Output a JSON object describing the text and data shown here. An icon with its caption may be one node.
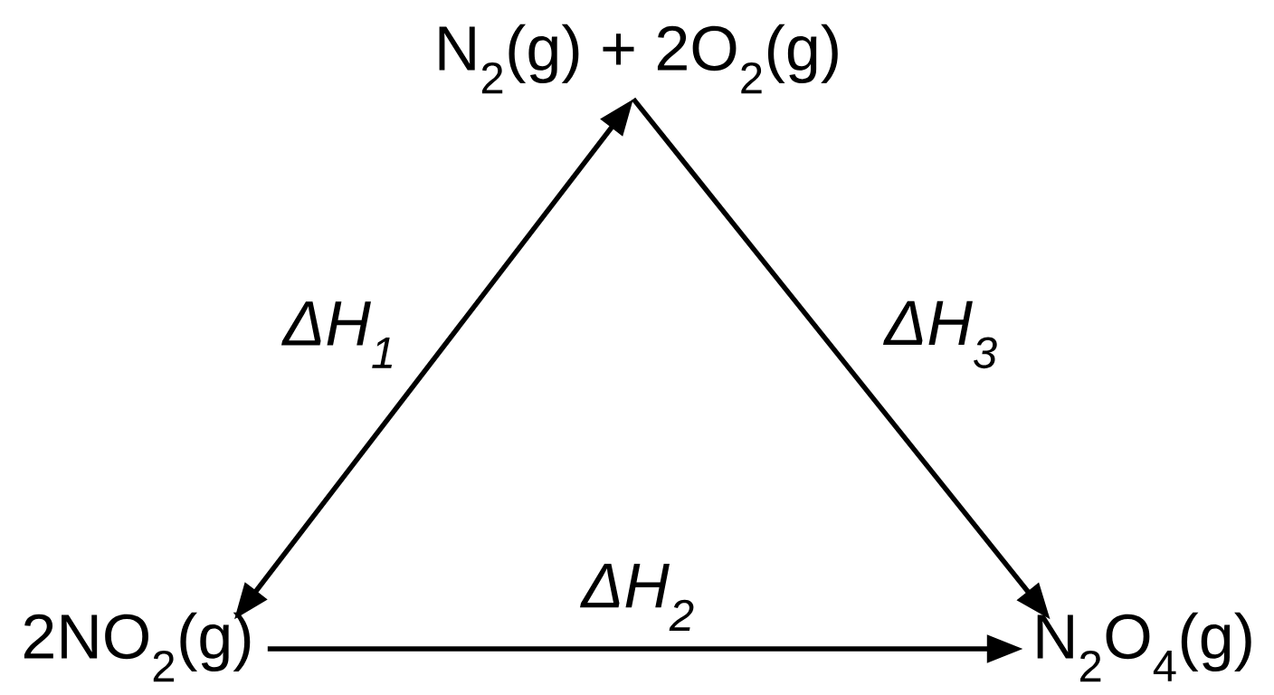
{
  "diagram": {
    "nodes": [
      {
        "text": [
          "N$_{2}$(g) + 2O$_{2}$(g)"
        ]
      },
      {
        "text": [
          "2NO$_{2}$(g)"
        ]
      },
      {
        "text": [
          "N$_{2}$O$_{4}$(g)"
        ]
      }
    ],
    "edges": [
      {
        "from": 0,
        "to": 1,
        "arrow": "both",
        "label": "ΔH$_{1}$"
      },
      {
        "from": 1,
        "to": 2,
        "arrow": "to",
        "label": "ΔH$_{2}$"
      },
      {
        "from": 0,
        "to": 2,
        "arrow": "to",
        "label": "ΔH$_{3}$"
      }
    ]
  }
}
